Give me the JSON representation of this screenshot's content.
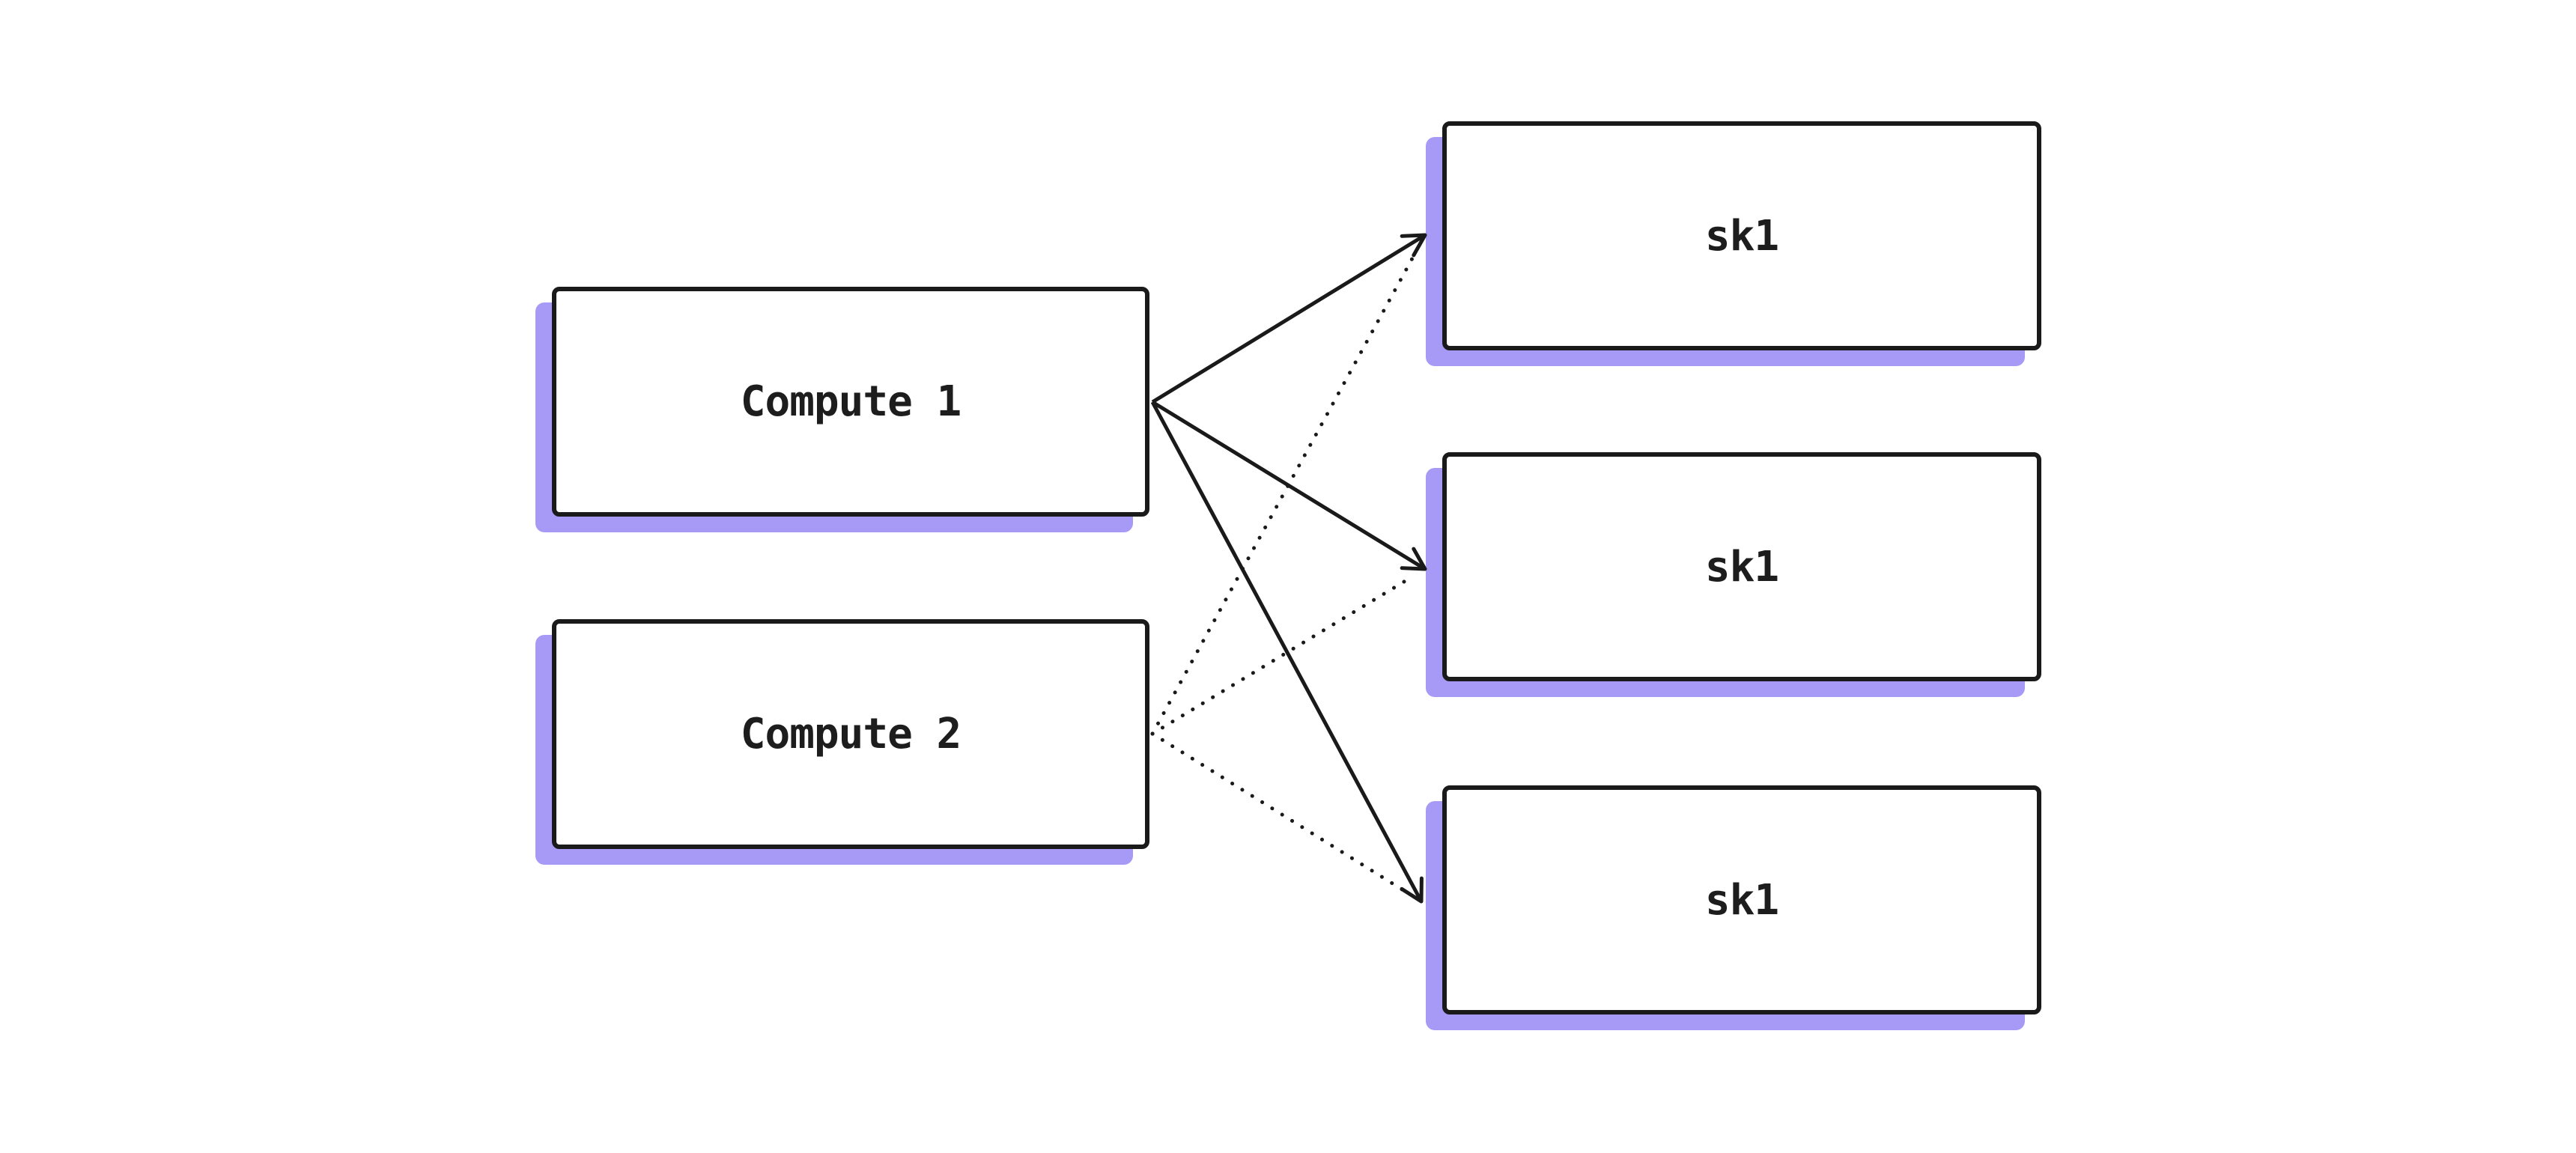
{
  "diagram": {
    "type": "node-link-diagram",
    "background_color": "#ffffff",
    "stroke_color": "#1a1a1a",
    "node_fill_color": "#ffffff",
    "shadow_color": "#a79af7",
    "nodes": [
      {
        "id": "compute1",
        "label": "Compute 1",
        "column": "left"
      },
      {
        "id": "compute2",
        "label": "Compute 2",
        "column": "left"
      },
      {
        "id": "sk1-top",
        "label": "sk1",
        "column": "right"
      },
      {
        "id": "sk1-middle",
        "label": "sk1",
        "column": "right"
      },
      {
        "id": "sk1-bottom",
        "label": "sk1",
        "column": "right"
      }
    ],
    "edges": [
      {
        "from": "compute1",
        "to": "sk1-top",
        "style": "solid"
      },
      {
        "from": "compute1",
        "to": "sk1-middle",
        "style": "solid"
      },
      {
        "from": "compute1",
        "to": "sk1-bottom",
        "style": "solid"
      },
      {
        "from": "compute2",
        "to": "sk1-top",
        "style": "dotted"
      },
      {
        "from": "compute2",
        "to": "sk1-middle",
        "style": "dotted"
      },
      {
        "from": "compute2",
        "to": "sk1-bottom",
        "style": "dotted"
      }
    ]
  }
}
